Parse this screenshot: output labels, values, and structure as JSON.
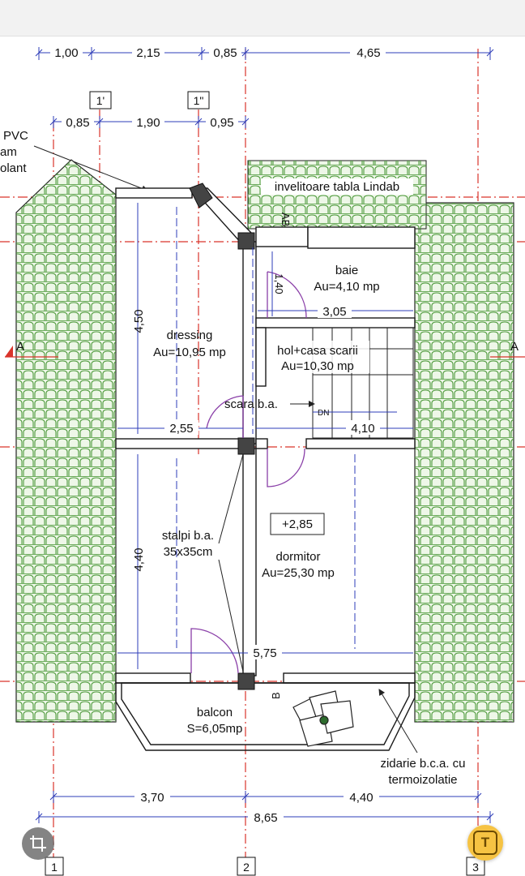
{
  "dimensions_top": {
    "d1": "1,00",
    "d2": "2,15",
    "d3": "0,85",
    "d4": "4,65"
  },
  "dimensions_second": {
    "d1": "0,85",
    "d2": "1,90",
    "d3": "0,95"
  },
  "axes": {
    "a1p": "1'",
    "a1pp": "1\"",
    "a1": "1",
    "a2": "2",
    "a3": "3"
  },
  "note_left": {
    "line1": "PVC",
    "line2": "am",
    "line3": "olant"
  },
  "roof_label": "invelitoare tabla Lindab",
  "rooms": {
    "dressing": {
      "name": "dressing",
      "area": "Au=10,95 mp"
    },
    "baie": {
      "name": "baie",
      "area": "Au=4,10 mp"
    },
    "hol": {
      "name": "hol+casa scarii",
      "area": "Au=10,30 mp"
    },
    "dormitor": {
      "name": "dormitor",
      "area": "Au=25,30 mp"
    },
    "balcon": {
      "name": "balcon",
      "area": "S=6,05mp"
    }
  },
  "labels": {
    "stair": "scara b.a.",
    "dn": "DN",
    "pillars_line1": "stalpi b.a.",
    "pillars_line2": "35x35cm",
    "level": "+2,85",
    "wall_line1": "zidarie b.c.a. cu",
    "wall_line2": "termoizolatie"
  },
  "inner_dims": {
    "dressing_h": "4,50",
    "dormitor_h": "4,40",
    "w255": "2,55",
    "w410": "4,10",
    "w305": "3,05",
    "w575": "5,75",
    "door_h": "1,40"
  },
  "dimensions_bottom": {
    "d1": "3,70",
    "d2": "4,40",
    "total": "8,65"
  },
  "sections": {
    "a": "A",
    "b": "B",
    "ab": "AB"
  },
  "colors": {
    "roof": "#4e9a3c",
    "roof_fill": "#eef7e8",
    "axis": "#d9342b",
    "dim": "#2d3cb8",
    "door": "#8a3fa8",
    "wall": "#1a1a1a"
  }
}
